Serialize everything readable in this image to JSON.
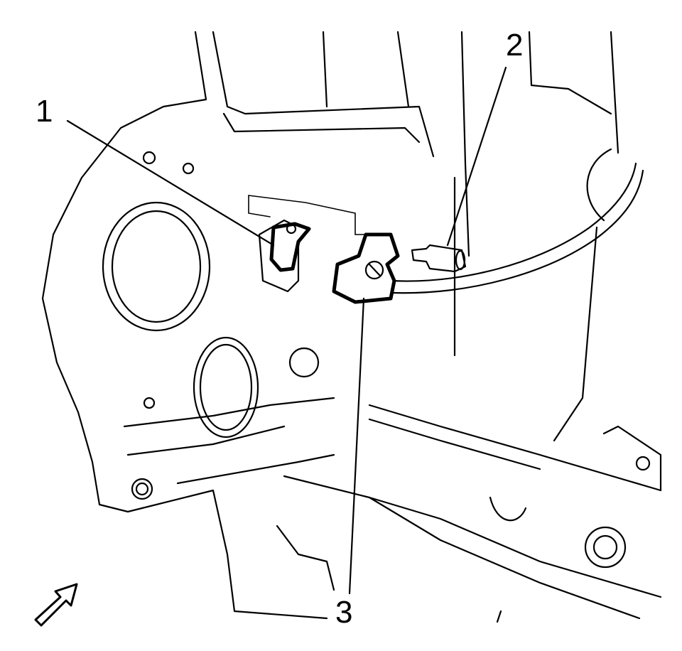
{
  "figure": {
    "callouts": [
      {
        "label": "1"
      },
      {
        "label": "2"
      },
      {
        "label": "3"
      }
    ],
    "colors": {
      "line": "#000000",
      "background": "#ffffff"
    },
    "icons": {
      "view_arrow": "view-direction-arrow-icon"
    }
  }
}
